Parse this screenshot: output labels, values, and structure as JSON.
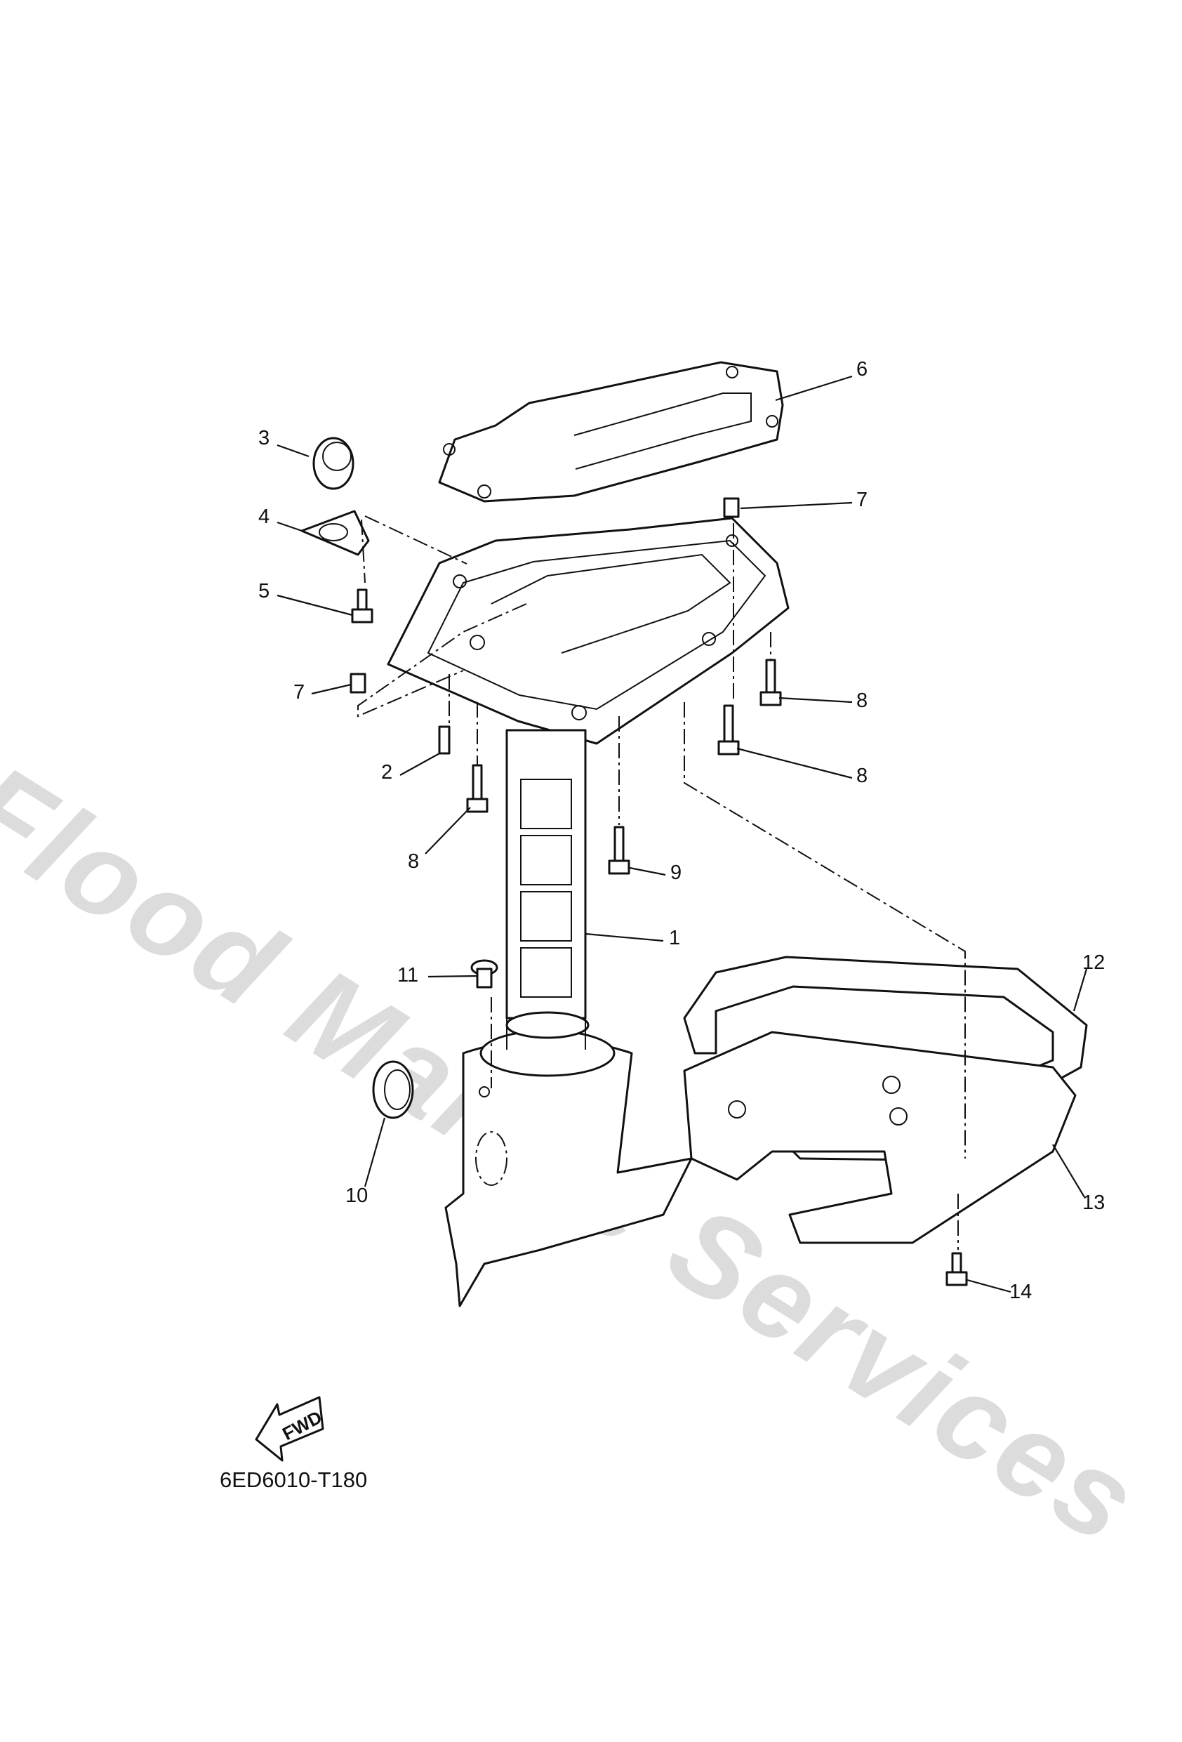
{
  "diagram": {
    "watermark": "Flood Marine Services",
    "part_code": "6ED6010-T180",
    "fwd_label": "FWD",
    "callouts": [
      {
        "id": "c6",
        "number": "6"
      },
      {
        "id": "c3",
        "number": "3"
      },
      {
        "id": "c7a",
        "number": "7"
      },
      {
        "id": "c4",
        "number": "4"
      },
      {
        "id": "c5",
        "number": "5"
      },
      {
        "id": "c8a",
        "number": "8"
      },
      {
        "id": "c7b",
        "number": "7"
      },
      {
        "id": "c2",
        "number": "2"
      },
      {
        "id": "c8b",
        "number": "8"
      },
      {
        "id": "c8c",
        "number": "8"
      },
      {
        "id": "c9",
        "number": "9"
      },
      {
        "id": "c1",
        "number": "1"
      },
      {
        "id": "c11",
        "number": "11"
      },
      {
        "id": "c12",
        "number": "12"
      },
      {
        "id": "c13",
        "number": "13"
      },
      {
        "id": "c10",
        "number": "10"
      },
      {
        "id": "c14",
        "number": "14"
      }
    ]
  }
}
